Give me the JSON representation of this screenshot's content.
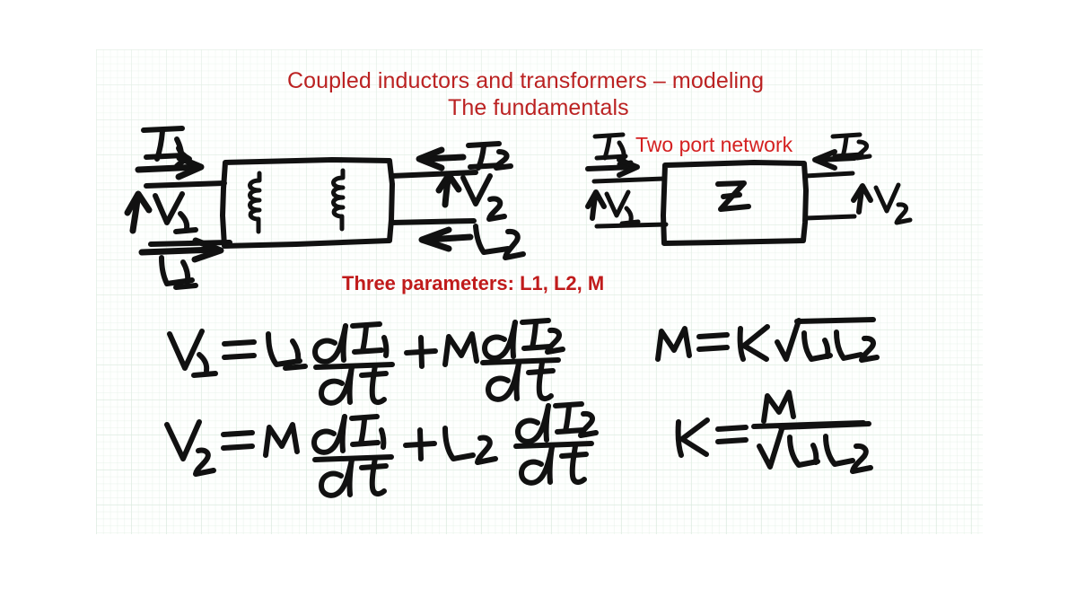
{
  "slide": {
    "background_color": "#ffffff",
    "page_color": "#fdfffd",
    "grid_color": "#cde2d2",
    "ink_color": "#111111"
  },
  "title": {
    "line1": "Coupled inductors and transformers  – modeling",
    "line2": "The fundamentals",
    "color": "#bb2222"
  },
  "diagrams": {
    "left": {
      "name": "coupled-inductors",
      "labels": {
        "i1": "I1",
        "v1": "V1",
        "l1": "L1",
        "i2": "I2",
        "v2": "V2",
        "l2": "L2"
      },
      "components": [
        "coil-primary",
        "coil-secondary"
      ]
    },
    "right": {
      "name": "two-port-network",
      "caption": "Two port network",
      "caption_color": "#d42020",
      "box_label": "Z",
      "labels": {
        "i1": "I1",
        "v1": "V1",
        "i2": "I2",
        "v2": "V2"
      }
    }
  },
  "callout": {
    "text": "Three parameters: L1, L2, M",
    "color": "#c01b1b"
  },
  "equations": {
    "eq1": {
      "lhs": "V1",
      "eq": "=",
      "term1_coeff": "L1",
      "term1_num": "dI1",
      "term1_den": "dt",
      "plus": "+",
      "term2_coeff": "M",
      "term2_num": "dI2",
      "term2_den": "dt",
      "plain": "V1 = L1 dI1/dt + M dI2/dt"
    },
    "eq2": {
      "lhs": "V2",
      "eq": "=",
      "term1_coeff": "M",
      "term1_num": "dI1",
      "term1_den": "dt",
      "plus": "+",
      "term2_coeff": "L2",
      "term2_num": "dI2",
      "term2_den": "dt",
      "plain": "V2 = M dI1/dt + L2 dI2/dt"
    },
    "eq3": {
      "lhs": "M",
      "eq": "=",
      "coeff": "K",
      "radicand": "L1L2",
      "plain": "M = K sqrt(L1 L2)"
    },
    "eq4": {
      "lhs": "K",
      "eq": "=",
      "num": "M",
      "den_radicand": "L1L2",
      "plain": "K = M / sqrt(L1 L2)"
    }
  }
}
